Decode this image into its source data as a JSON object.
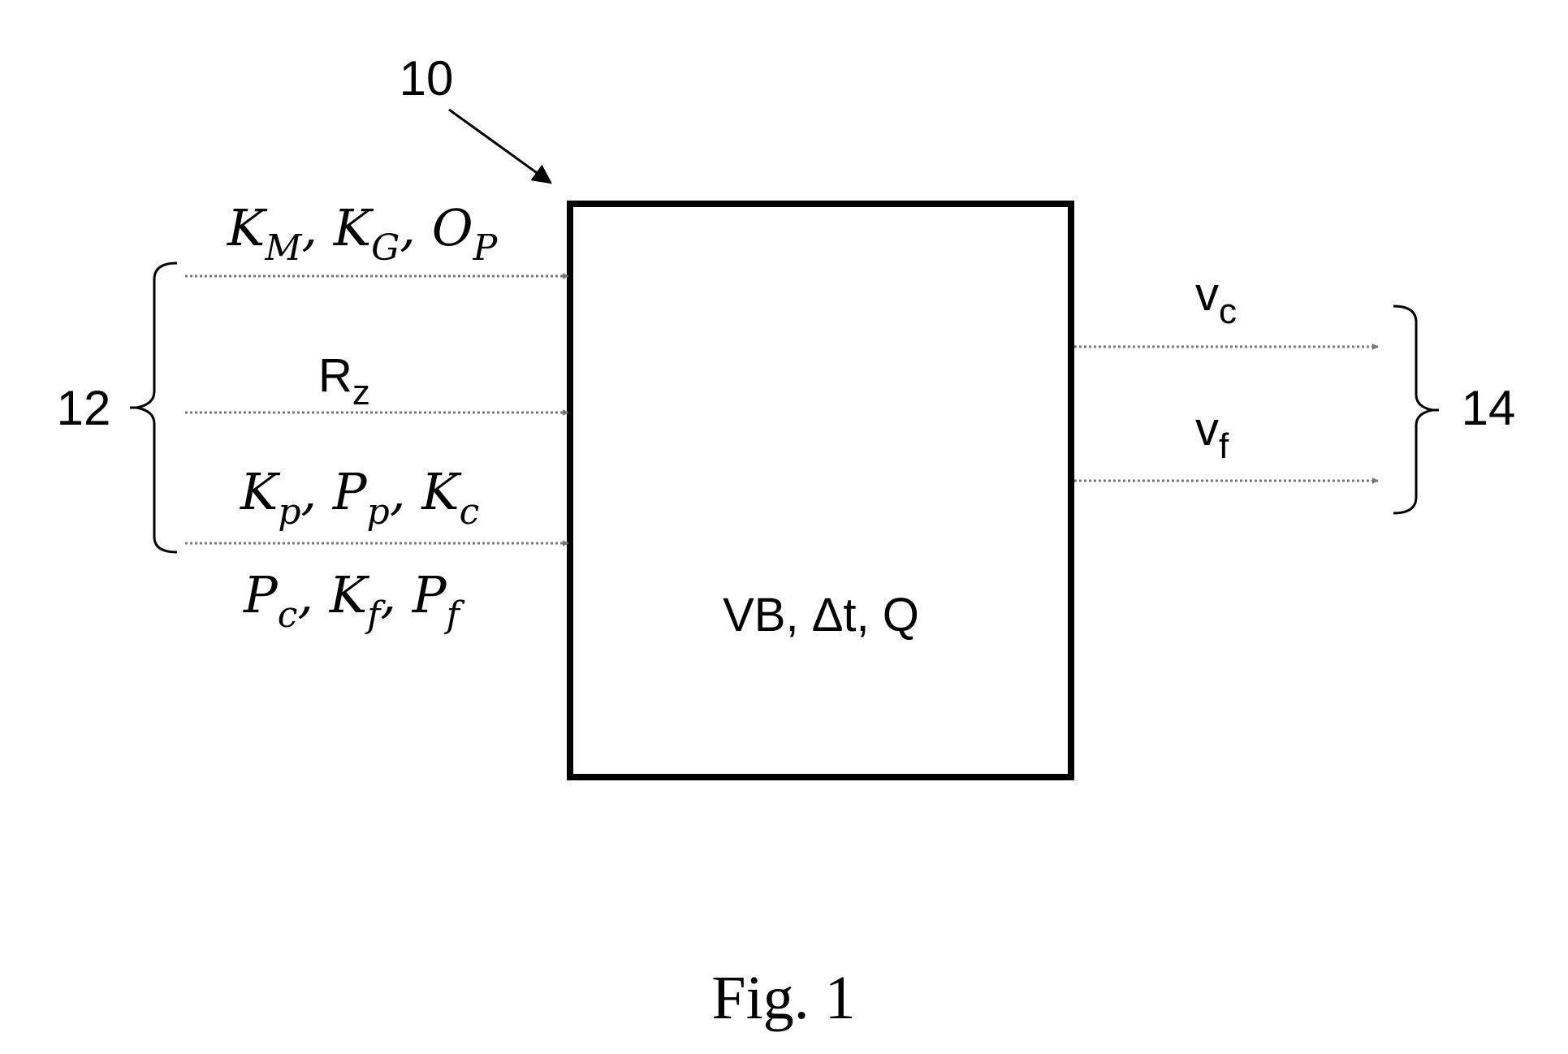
{
  "figure": {
    "caption": "Fig. 1",
    "block": {
      "reference": "10",
      "contents": "VB, Δt, Q"
    },
    "inputs": {
      "reference": "12",
      "line1": {
        "k1": "K",
        "s1": "M",
        "k2": "K",
        "s2": "G",
        "k3": "O",
        "s3": "P"
      },
      "line2": {
        "main": "R",
        "sub": "z"
      },
      "line3": {
        "k1": "K",
        "s1": "p",
        "k2": "P",
        "s2": "p",
        "k3": "K",
        "s3": "c"
      },
      "line4": {
        "k1": "P",
        "s1": "c",
        "k2": "K",
        "s2": "f",
        "k3": "P",
        "s3": "f"
      }
    },
    "outputs": {
      "reference": "14",
      "out1": {
        "main": "v",
        "sub": "c"
      },
      "out2": {
        "main": "v",
        "sub": "f"
      }
    }
  }
}
